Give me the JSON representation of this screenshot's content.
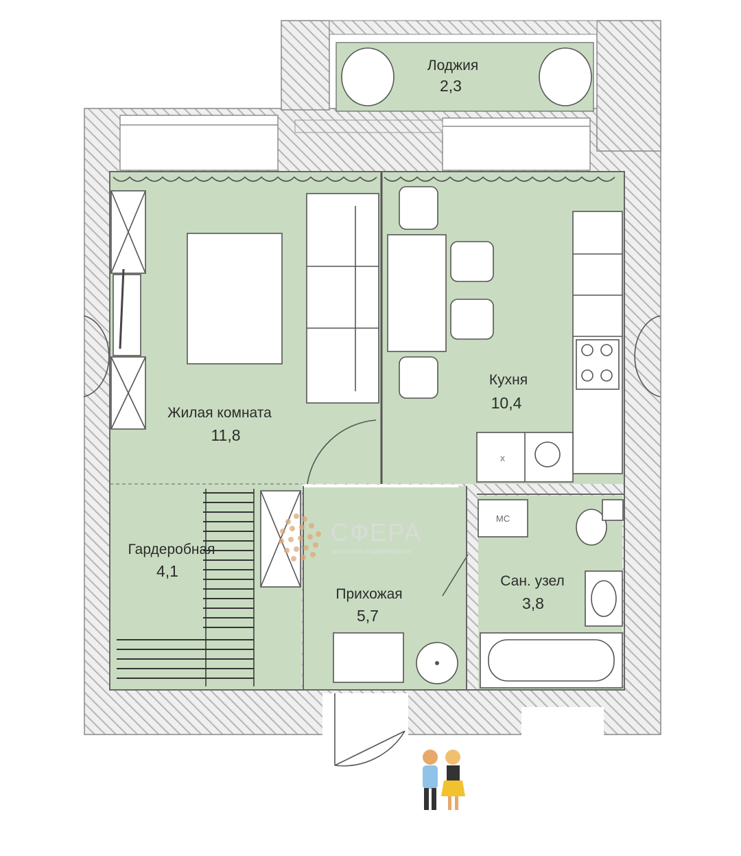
{
  "colors": {
    "floor": "#c9dcc1",
    "wall_hatch": "#b9b9b9",
    "wall_fill": "#ececec",
    "furniture": "#ffffff",
    "watermark_dots": "#e0a878"
  },
  "rooms": {
    "loggia": {
      "name": "Лоджия",
      "area": "2,3"
    },
    "living": {
      "name": "Жилая комната",
      "area": "11,8"
    },
    "kitchen": {
      "name": "Кухня",
      "area": "10,4"
    },
    "wardrobe": {
      "name": "Гардеробная",
      "area": "4,1"
    },
    "hallway": {
      "name": "Прихожая",
      "area": "5,7"
    },
    "bathroom": {
      "name": "Сан. узел",
      "area": "3,8"
    }
  },
  "labels": {
    "washing_machine": "МС"
  },
  "watermark": {
    "title": "СФЕРА",
    "subtitle": "агентство недвижимости"
  },
  "icons": [
    "couple-figure-icon"
  ]
}
